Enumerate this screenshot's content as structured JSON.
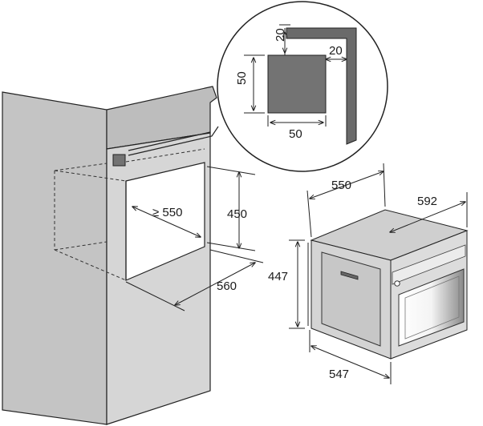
{
  "labels": {
    "detail_20_top": "20",
    "detail_20_right": "20",
    "detail_50_left": "50",
    "detail_50_bottom": "50",
    "niche_depth": "≥ 550",
    "niche_height": "450",
    "niche_width": "560",
    "oven_depth": "550",
    "oven_width": "592",
    "oven_height": "447",
    "oven_front_width": "547"
  },
  "colors": {
    "cabinet_front": "#d6d6d6",
    "cabinet_side": "#c2c2c2",
    "cabinet_top": "#bdbdbd",
    "vent_square": "#737373",
    "bracket": "#6a6a6a",
    "oven_body": "#cfcfcf",
    "line": "#222222"
  }
}
